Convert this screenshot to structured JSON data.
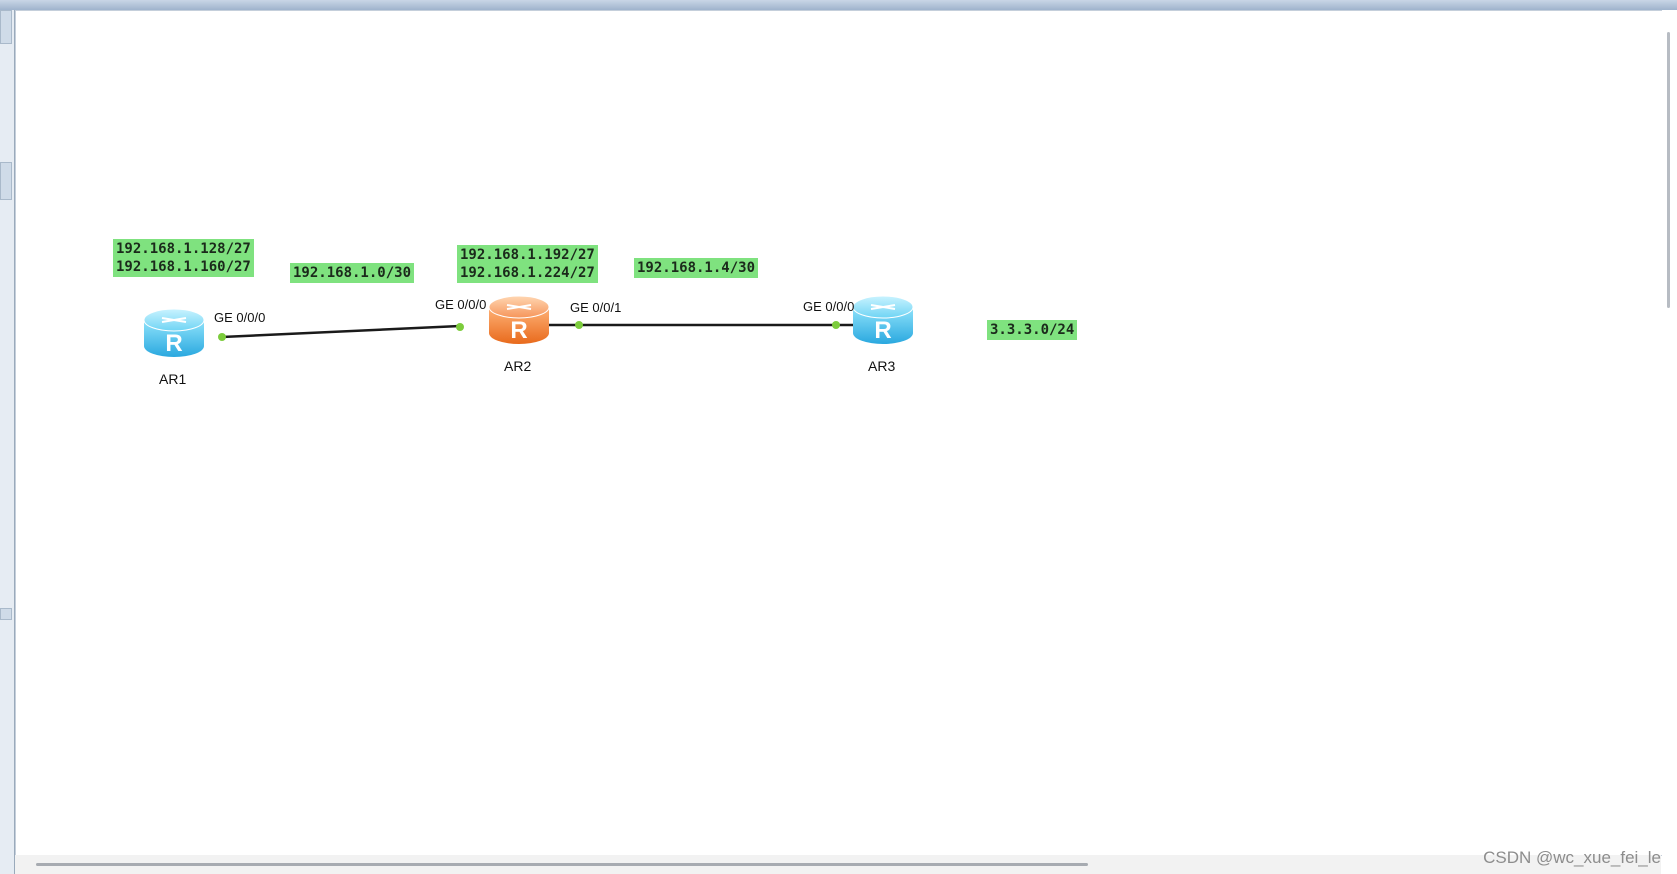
{
  "devices": [
    {
      "id": "AR1",
      "name": "AR1",
      "color": "blue"
    },
    {
      "id": "AR2",
      "name": "AR2",
      "color": "orange"
    },
    {
      "id": "AR3",
      "name": "AR3",
      "color": "blue"
    }
  ],
  "ports": {
    "ar1_ge000": "GE 0/0/0",
    "ar2_ge000": "GE 0/0/0",
    "ar2_ge001": "GE 0/0/1",
    "ar3_ge000": "GE 0/0/0"
  },
  "networks": {
    "ar1_lan_1": "192.168.1.128/27",
    "ar1_lan_2": "192.168.1.160/27",
    "link_ar1_ar2": "192.168.1.0/30",
    "ar2_lan_1": "192.168.1.192/27",
    "ar2_lan_2": "192.168.1.224/27",
    "link_ar2_ar3": "192.168.1.4/30",
    "ar3_lan": "3.3.3.0/24"
  },
  "router_icon_letter": "R",
  "colors": {
    "label_bg": "#7fe27f",
    "router_blue": "#4fc7ef",
    "router_orange": "#f28c3c",
    "port_dot": "#7ccc3c"
  },
  "watermark": "CSDN @wc_xue_fei_le"
}
